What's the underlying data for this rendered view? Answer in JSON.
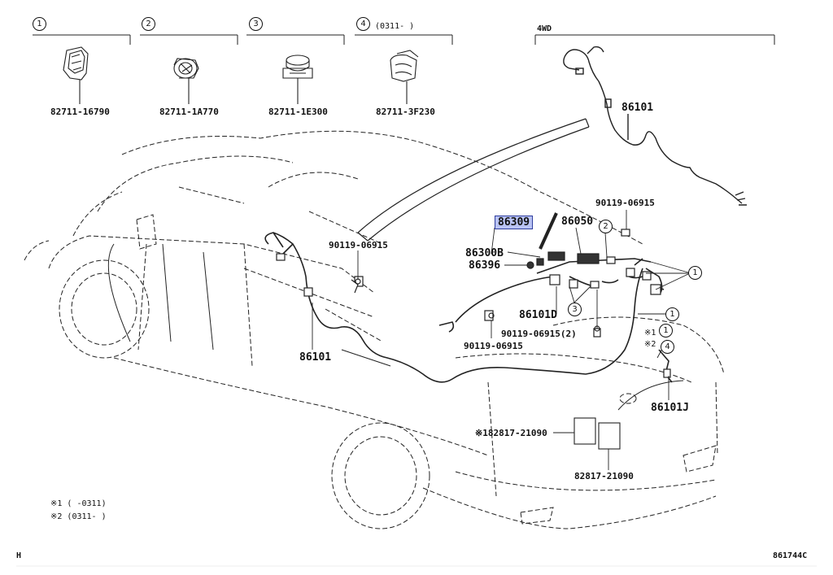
{
  "top_parts": [
    {
      "index": "1",
      "part_no": "82711-16790"
    },
    {
      "index": "2",
      "part_no": "82711-1A770"
    },
    {
      "index": "3",
      "part_no": "82711-1E300"
    },
    {
      "index": "4",
      "note": "(0311-    )",
      "part_no": "82711-3F230"
    }
  ],
  "top_right": {
    "label": "4WD",
    "part_no": "86101"
  },
  "callouts": {
    "c86309": "86309",
    "c86050": "86050",
    "c90119_top_right": "90119-06915",
    "c86300b": "86300B",
    "c86396": "86396",
    "c90119_center": "90119-06915",
    "c86101d": "86101D",
    "c90119_2": "90119-06915(2)",
    "c90119_bottom": "90119-06915",
    "c86101_left": "86101",
    "c86101j": "86101J",
    "c82817_a": "※182817-21090",
    "c82817_b": "82817-21090",
    "mark1": "※1",
    "mark2": "※2"
  },
  "circles": {
    "n1": "1",
    "n2": "2",
    "n3": "3",
    "n4": "4"
  },
  "highlight_color": "#b9c3f4",
  "footnotes": {
    "f1": "※1 (    -0311)",
    "f2": "※2 (0311-    )"
  },
  "corner_left": "H",
  "diagram_id": "861744C"
}
